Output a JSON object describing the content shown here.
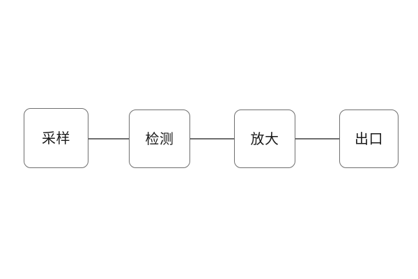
{
  "diagram": {
    "type": "flowchart",
    "orientation": "horizontal",
    "background_color": "#ffffff",
    "node_stroke_color": "#6e6e6e",
    "node_fill_color": "#ffffff",
    "label_color": "#1a1a1a",
    "connector_color": "#6e6e6e",
    "nodes": [
      {
        "id": "node-sampling",
        "label": "采样"
      },
      {
        "id": "node-detection",
        "label": "检测"
      },
      {
        "id": "node-amplify",
        "label": "放大"
      },
      {
        "id": "node-output",
        "label": "出口"
      }
    ],
    "connectors": [
      {
        "from": "node-sampling",
        "to": "node-detection"
      },
      {
        "from": "node-detection",
        "to": "node-amplify"
      },
      {
        "from": "node-amplify",
        "to": "node-output"
      }
    ]
  }
}
